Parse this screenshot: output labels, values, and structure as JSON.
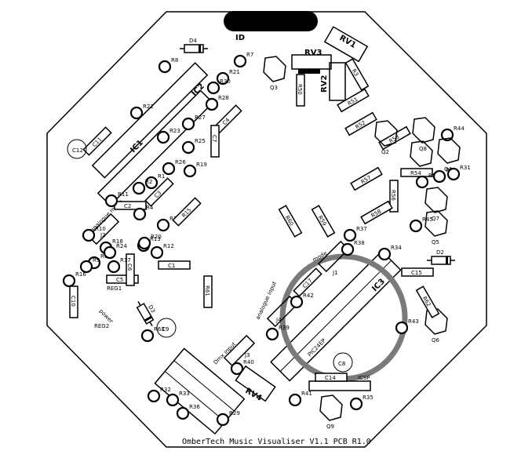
{
  "board": {
    "title": "OmberTech Music Visualiser V1.1 PCB R1.0",
    "id_label": "ID",
    "ic_labels": {
      "ic1": "IC1",
      "ic2": "IC2",
      "ic3": "IC3"
    },
    "pic_label": "PIC24EP",
    "pot_labels": {
      "rv1": "RV1",
      "rv2": "RV2",
      "rv3": "RV3",
      "rv4": "RV4"
    },
    "connector_labels": {
      "j1": "J1",
      "j2": "J2",
      "j3": "J3",
      "j4": "J4",
      "icsp": "ICSP"
    },
    "text_labels": {
      "analogue_mode": "analogue mode",
      "analogue_input": "analogue input",
      "dmx_input": "Dmx input",
      "power": "power",
      "mode": "mode",
      "reg1": "REG1",
      "reg2": "REG2"
    },
    "components": [
      {
        "ref": "D4"
      },
      {
        "ref": "R8"
      },
      {
        "ref": "R21"
      },
      {
        "ref": "R7"
      },
      {
        "ref": "R30"
      },
      {
        "ref": "R28"
      },
      {
        "ref": "R22"
      },
      {
        "ref": "C4"
      },
      {
        "ref": "R27"
      },
      {
        "ref": "C7"
      },
      {
        "ref": "R23"
      },
      {
        "ref": "R25"
      },
      {
        "ref": "R26"
      },
      {
        "ref": "R19"
      },
      {
        "ref": "C11"
      },
      {
        "ref": "C12"
      },
      {
        "ref": "Q3"
      },
      {
        "ref": "R50"
      },
      {
        "ref": "R3"
      },
      {
        "ref": "R51"
      },
      {
        "ref": "R52"
      },
      {
        "ref": "R53"
      },
      {
        "ref": "Q2"
      },
      {
        "ref": "Q8"
      },
      {
        "ref": "R44"
      },
      {
        "ref": "Q1"
      },
      {
        "ref": "Q4"
      },
      {
        "ref": "R54"
      },
      {
        "ref": "R55"
      },
      {
        "ref": "R5"
      },
      {
        "ref": "R31"
      },
      {
        "ref": "R57"
      },
      {
        "ref": "R56"
      },
      {
        "ref": "Q7"
      },
      {
        "ref": "R58"
      },
      {
        "ref": "R45"
      },
      {
        "ref": "Q5"
      },
      {
        "ref": "R59"
      },
      {
        "ref": "R60"
      },
      {
        "ref": "R37"
      },
      {
        "ref": "R38"
      },
      {
        "ref": "R34"
      },
      {
        "ref": "D2"
      },
      {
        "ref": "C15"
      },
      {
        "ref": "R61"
      },
      {
        "ref": "Q6"
      },
      {
        "ref": "R39"
      },
      {
        "ref": "R42"
      },
      {
        "ref": "C17"
      },
      {
        "ref": "C14"
      },
      {
        "ref": "C8"
      },
      {
        "ref": "R41"
      },
      {
        "ref": "Q9"
      },
      {
        "ref": "R35"
      },
      {
        "ref": "R40"
      },
      {
        "ref": "R62"
      },
      {
        "ref": "R32"
      },
      {
        "ref": "R33"
      },
      {
        "ref": "R36"
      },
      {
        "ref": "R29"
      },
      {
        "ref": "C9"
      },
      {
        "ref": "D3"
      },
      {
        "ref": "R63"
      },
      {
        "ref": "C1"
      },
      {
        "ref": "C2"
      },
      {
        "ref": "C3"
      },
      {
        "ref": "C5"
      },
      {
        "ref": "C6"
      },
      {
        "ref": "C10"
      },
      {
        "ref": "R1"
      },
      {
        "ref": "R2"
      },
      {
        "ref": "R4"
      },
      {
        "ref": "R6"
      },
      {
        "ref": "R9"
      },
      {
        "ref": "R10"
      },
      {
        "ref": "R11"
      },
      {
        "ref": "R12"
      },
      {
        "ref": "R13"
      },
      {
        "ref": "R14"
      },
      {
        "ref": "R15"
      },
      {
        "ref": "R16"
      },
      {
        "ref": "R17"
      },
      {
        "ref": "R18"
      },
      {
        "ref": "R20"
      },
      {
        "ref": "R24"
      },
      {
        "ref": "R43"
      }
    ]
  }
}
